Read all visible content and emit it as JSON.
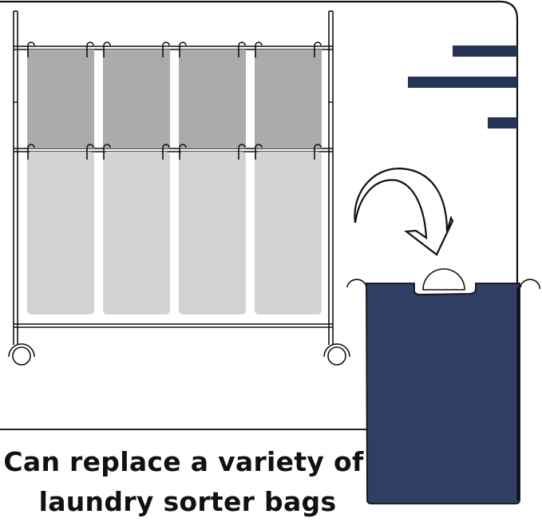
{
  "caption": {
    "line1": "Can replace a variety of",
    "line2": "laundry sorter bags"
  },
  "colors": {
    "frame_stroke": "#111111",
    "bag_top_gray": "#ababab",
    "bag_bottom_gray": "#d3d3d3",
    "navy_bag": "#2f3f63",
    "navy_bars": "#253354",
    "background": "#ffffff"
  },
  "illustration": {
    "sorter_bag_count": 4,
    "wheel_count": 2,
    "decorative_bar_count": 3,
    "arrow_direction": "down-right",
    "replacement_bag_color": "navy"
  }
}
